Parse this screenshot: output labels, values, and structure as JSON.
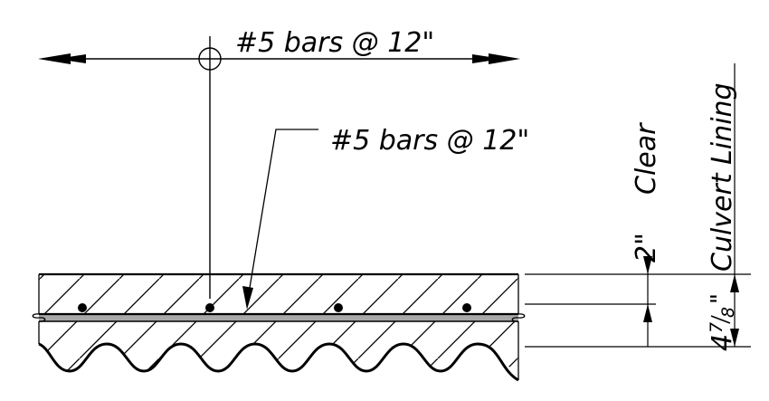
{
  "labels": {
    "top_callout": "#5 bars @ 12\"",
    "middle_callout": "#5 bars @ 12\"",
    "clear_label": "Clear",
    "clear_dim": "2\"",
    "culvert_label": "Culvert Lining",
    "thickness_whole": "4",
    "thickness_num": "7",
    "thickness_den": "8",
    "inch_mark": "\""
  },
  "colors": {
    "line": "#000000",
    "lining_band": "#a8a8a8",
    "background": "#ffffff"
  }
}
